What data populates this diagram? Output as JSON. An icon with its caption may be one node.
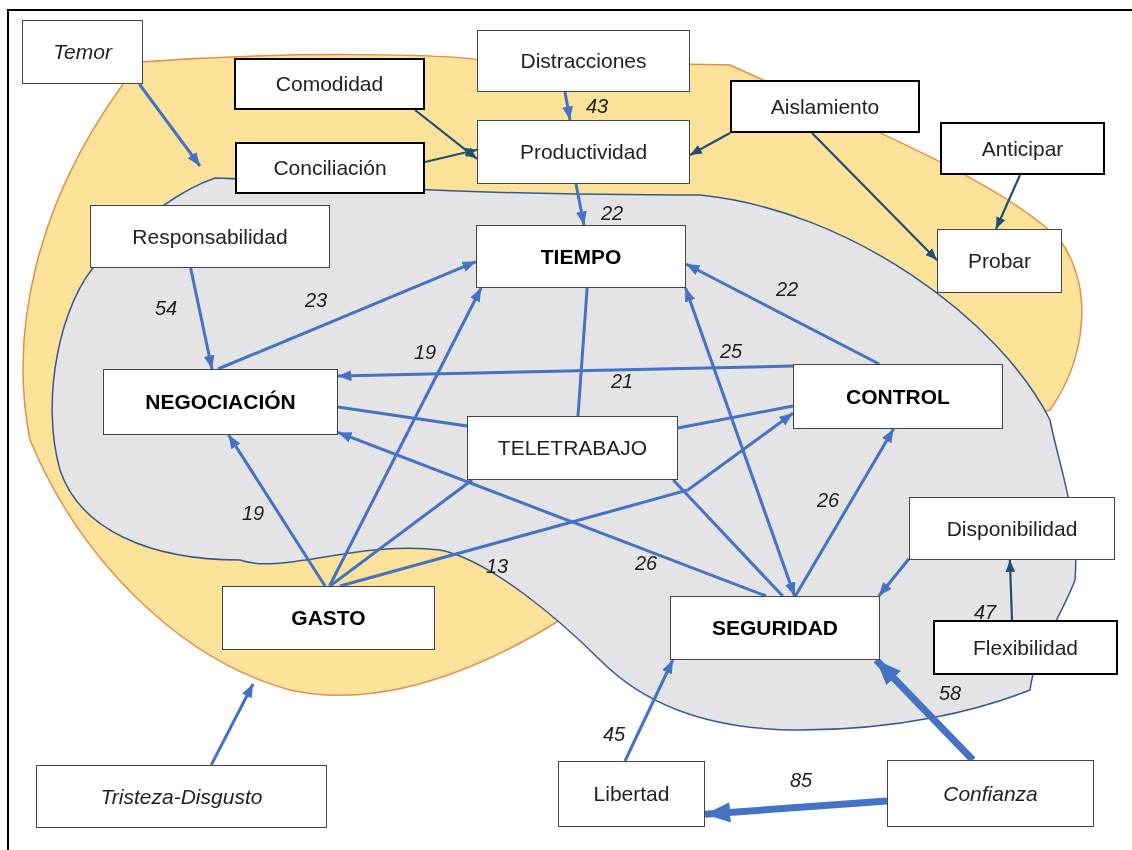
{
  "diagram": {
    "nodes": [
      {
        "text": [
          "Temor"
        ]
      },
      {
        "text": [
          "Distracciones"
        ]
      },
      {
        "text": [
          "Comodidad"
        ]
      },
      {
        "text": [
          "Productividad"
        ]
      },
      {
        "text": [
          "Aislamiento"
        ]
      },
      {
        "text": [
          "Anticipar"
        ]
      },
      {
        "text": [
          "Conciliación"
        ]
      },
      {
        "text": [
          "Responsabilidad"
        ]
      },
      {
        "text": [
          "TIEMPO"
        ]
      },
      {
        "text": [
          "Probar"
        ]
      },
      {
        "text": [
          "NEGOCIACIÓN"
        ]
      },
      {
        "text": [
          "CONTROL"
        ]
      },
      {
        "text": [
          "TELETRABAJO"
        ]
      },
      {
        "text": [
          "Disponibilidad"
        ]
      },
      {
        "text": [
          "GASTO"
        ]
      },
      {
        "text": [
          "SEGURIDAD"
        ]
      },
      {
        "text": [
          "Flexibilidad"
        ]
      },
      {
        "text": [
          "Tristeza-Disgusto"
        ]
      },
      {
        "text": [
          "Libertad"
        ]
      },
      {
        "text": [
          "Confianza"
        ]
      }
    ],
    "edges": [
      {
        "from": 0,
        "to": null,
        "arrow": "to"
      },
      {
        "from": 1,
        "to": 3,
        "arrow": "to",
        "label": "43"
      },
      {
        "from": 2,
        "to": 3,
        "arrow": "to",
        "color": "#1f4e79"
      },
      {
        "from": 6,
        "to": 3,
        "arrow": "to",
        "color": "#1f4e79"
      },
      {
        "from": 4,
        "to": 3,
        "arrow": "to",
        "color": "#1f4e79"
      },
      {
        "from": 4,
        "to": 9,
        "arrow": "to",
        "color": "#1f4e79"
      },
      {
        "from": 5,
        "to": 9,
        "arrow": "to",
        "color": "#1f4e79"
      },
      {
        "from": 3,
        "to": 8,
        "arrow": "to",
        "label": "22"
      },
      {
        "from": 7,
        "to": 10,
        "arrow": "to",
        "label": "54"
      },
      {
        "from": 10,
        "to": 8,
        "arrow": "to",
        "label": "23"
      },
      {
        "from": 14,
        "to": 8,
        "arrow": "to",
        "label": "19"
      },
      {
        "from": 11,
        "to": 8,
        "arrow": "to",
        "label": "22"
      },
      {
        "from": 15,
        "to": 8,
        "arrow": "both",
        "label": "25"
      },
      {
        "from": 11,
        "to": 10,
        "arrow": "to",
        "label": "21"
      },
      {
        "from": 8,
        "to": 12,
        "arrow": "none"
      },
      {
        "from": 10,
        "to": 12,
        "arrow": "none"
      },
      {
        "from": 12,
        "to": 11,
        "arrow": "none"
      },
      {
        "from": 14,
        "to": 10,
        "arrow": "to",
        "label": "19"
      },
      {
        "from": 14,
        "to": 12,
        "arrow": "none"
      },
      {
        "from": 14,
        "to": 11,
        "arrow": "to",
        "label": "13"
      },
      {
        "from": 15,
        "to": 10,
        "arrow": "to",
        "label": "26"
      },
      {
        "from": 12,
        "to": 15,
        "arrow": "none"
      },
      {
        "from": 15,
        "to": 11,
        "arrow": "to",
        "label": "26"
      },
      {
        "from": 13,
        "to": 15,
        "arrow": "to"
      },
      {
        "from": 16,
        "to": 13,
        "arrow": "to",
        "label": "47",
        "color": "#1f4e79"
      },
      {
        "from": 18,
        "to": 15,
        "arrow": "to",
        "label": "45"
      },
      {
        "from": 19,
        "to": 15,
        "arrow": "to",
        "label": "58",
        "style": "thick"
      },
      {
        "from": 19,
        "to": 18,
        "arrow": "to",
        "label": "85",
        "style": "thick"
      },
      {
        "from": 17,
        "to": null,
        "arrow": "to"
      }
    ]
  }
}
